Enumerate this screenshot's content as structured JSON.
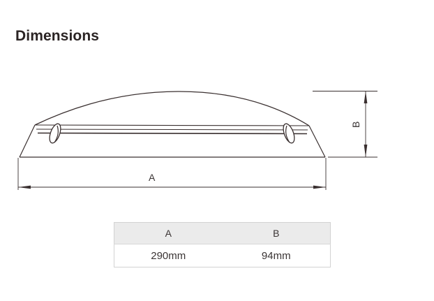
{
  "page": {
    "title": "Dimensions",
    "background_color": "#ffffff",
    "line_color": "#3a3030",
    "text_color": "#3a3434"
  },
  "drawing": {
    "name": "dome-ceiling-light-profile",
    "dimension_labels": {
      "horizontal": "A",
      "vertical": "B"
    }
  },
  "table": {
    "headers": [
      "A",
      "B"
    ],
    "rows": [
      [
        "290mm",
        "94mm"
      ]
    ],
    "header_background": "#ebebeb",
    "border_color": "#d2d2d2"
  }
}
